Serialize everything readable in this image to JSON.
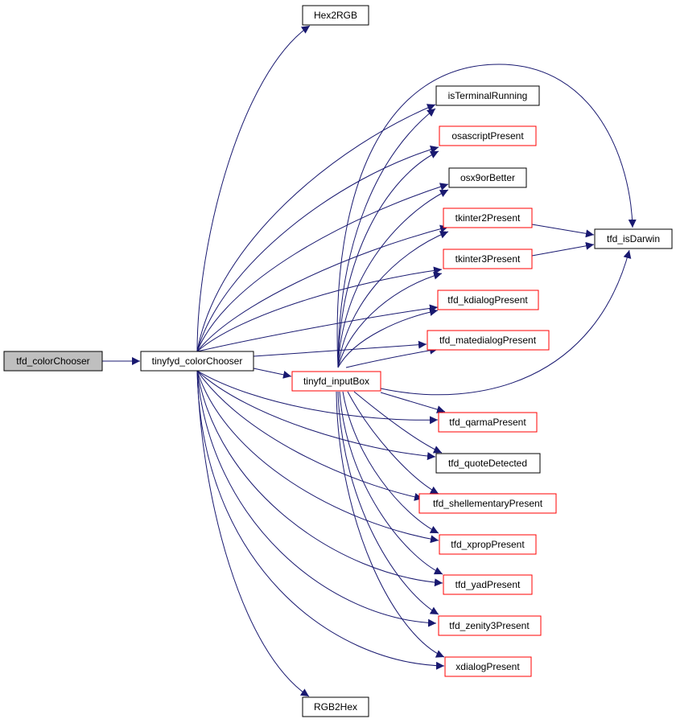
{
  "nodes": {
    "color_chooser": "tfd_colorChooser",
    "tinyfd_color_chooser": "tinyfyd_colorChooser",
    "hex2rgb": "Hex2RGB",
    "is_terminal_running": "isTerminalRunning",
    "osascript_present": "osascriptPresent",
    "osx9_or_better": "osx9orBetter",
    "tkinter2_present": "tkinter2Present",
    "tkinter3_present": "tkinter3Present",
    "kdialog_present": "tfd_kdialogPresent",
    "matedialog_present": "tfd_matedialogPresent",
    "input_box": "tinyfd_inputBox",
    "qarma_present": "tfd_qarmaPresent",
    "quote_detected": "tfd_quoteDetected",
    "shellementary_present": "tfd_shellementaryPresent",
    "xprop_present": "tfd_xpropPresent",
    "yad_present": "tfd_yadPresent",
    "zenity3_present": "tfd_zenity3Present",
    "xdialog_present": "xdialogPresent",
    "rgb2hex": "RGB2Hex",
    "is_darwin": "tfd_isDarwin"
  },
  "colors": {
    "edge": "#191970",
    "border_default": "#000000",
    "border_highlight": "#ff0000",
    "root_fill": "#bfbfbf",
    "node_fill": "#ffffff"
  }
}
